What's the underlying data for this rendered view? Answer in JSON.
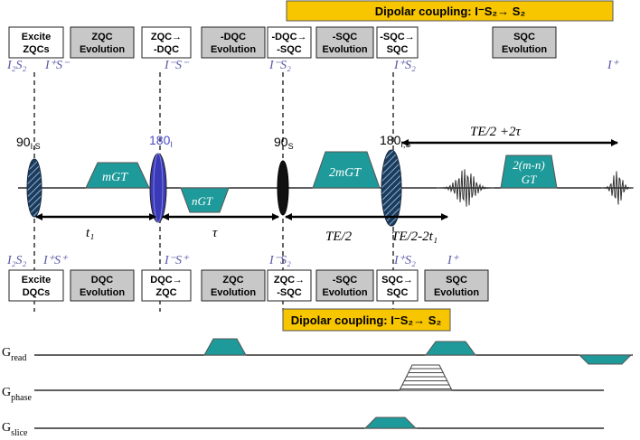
{
  "banners": {
    "top": {
      "text": "Dipolar coupling: I⁻S₂→ S₂",
      "fill": "#f8c600"
    },
    "bottom": {
      "text": "Dipolar coupling: I⁻S₂→ S₂",
      "fill": "#f8c600"
    }
  },
  "top_row": [
    {
      "id": "excite-zqcs",
      "lines": [
        "Excite",
        "ZQCs"
      ],
      "style": "white"
    },
    {
      "id": "zqc-evolution",
      "lines": [
        "ZQC",
        "Evolution"
      ],
      "style": "gray"
    },
    {
      "id": "zqc-to-dqc",
      "lines": [
        "ZQC→",
        "-DQC"
      ],
      "style": "white"
    },
    {
      "id": "neg-dqc-evolution",
      "lines": [
        "-DQC",
        "Evolution"
      ],
      "style": "gray"
    },
    {
      "id": "dqc-to-sqc",
      "lines": [
        "-DQC→",
        "-SQC"
      ],
      "style": "white"
    },
    {
      "id": "neg-sqc-evolution",
      "lines": [
        "-SQC",
        "Evolution"
      ],
      "style": "gray"
    },
    {
      "id": "sqc-to-sqc",
      "lines": [
        "-SQC→",
        "SQC"
      ],
      "style": "white"
    },
    {
      "id": "sqc-evolution-top",
      "lines": [
        "SQC",
        "Evolution"
      ],
      "style": "gray"
    }
  ],
  "bottom_row": [
    {
      "id": "excite-dqcs",
      "lines": [
        "Excite",
        "DQCs"
      ],
      "style": "white"
    },
    {
      "id": "dqc-evolution",
      "lines": [
        "DQC",
        "Evolution"
      ],
      "style": "gray"
    },
    {
      "id": "dqc-to-zqc",
      "lines": [
        "DQC→",
        "ZQC"
      ],
      "style": "white"
    },
    {
      "id": "zqc-evolution-bottom",
      "lines": [
        "ZQC",
        "Evolution"
      ],
      "style": "gray"
    },
    {
      "id": "zqc-to-sqc",
      "lines": [
        "ZQC→",
        "-SQC"
      ],
      "style": "white"
    },
    {
      "id": "neg-sqc-evolution-bottom",
      "lines": [
        "-SQC",
        "Evolution"
      ],
      "style": "gray"
    },
    {
      "id": "sqc-to-sqc-bottom",
      "lines": [
        "SQC→",
        "SQC"
      ],
      "style": "white"
    },
    {
      "id": "sqc-evolution-bottom",
      "lines": [
        "SQC",
        "Evolution"
      ],
      "style": "gray"
    }
  ],
  "top_operators": [
    {
      "id": "op-iz-sz",
      "text": "I₂S₂"
    },
    {
      "id": "op-ip-sm",
      "text": "I⁺S⁻"
    },
    {
      "id": "op-im-sm",
      "text": "I⁻S⁻"
    },
    {
      "id": "op-im-sz",
      "text": "I⁻S₂"
    },
    {
      "id": "op-ip-sz",
      "text": "I⁺S₂"
    },
    {
      "id": "op-ip",
      "text": "I⁺"
    }
  ],
  "bottom_operators": [
    {
      "id": "op-iz-sz-b",
      "text": "I₂S₂"
    },
    {
      "id": "op-ip-sp-b",
      "text": "I⁺S⁺"
    },
    {
      "id": "op-im-sp-b",
      "text": "I⁻S⁺"
    },
    {
      "id": "op-iz-sz-2-b",
      "text": "I⁻S₂"
    },
    {
      "id": "op-ip-sz-b",
      "text": "I⁺S₂"
    },
    {
      "id": "op-ip-b",
      "text": "I⁺"
    }
  ],
  "pulses": {
    "p90is": {
      "base": "90",
      "sub": "I,S"
    },
    "p180i": {
      "base": "180",
      "sub": "I"
    },
    "p90s": {
      "base": "90",
      "sub": "S"
    },
    "p180is": {
      "base": "180",
      "sub": "I,S"
    }
  },
  "gradients": {
    "mgt": "mGT",
    "ngt": "nGT",
    "twomgt": "2mGT",
    "mn_gt_1": "2(m-n)",
    "mn_gt_2": "GT"
  },
  "delays": {
    "t1": "t₁",
    "tau": "τ",
    "te2": "TE/2",
    "te2_minus": "TE/2-2t₁",
    "te2_plus": "TE/2 +2τ"
  },
  "channels": {
    "read": {
      "base": "G",
      "sub": "read"
    },
    "phase": {
      "base": "G",
      "sub": "phase"
    },
    "slice": {
      "base": "G",
      "sub": "slice"
    }
  },
  "colors": {
    "teal": "#1e9a9a",
    "blue_pulse": "#3a3ab8",
    "gray_box": "#c8c8c8",
    "operator_blue": "#5a5aa8",
    "pulse_label_blue": "#4b4bc8"
  }
}
